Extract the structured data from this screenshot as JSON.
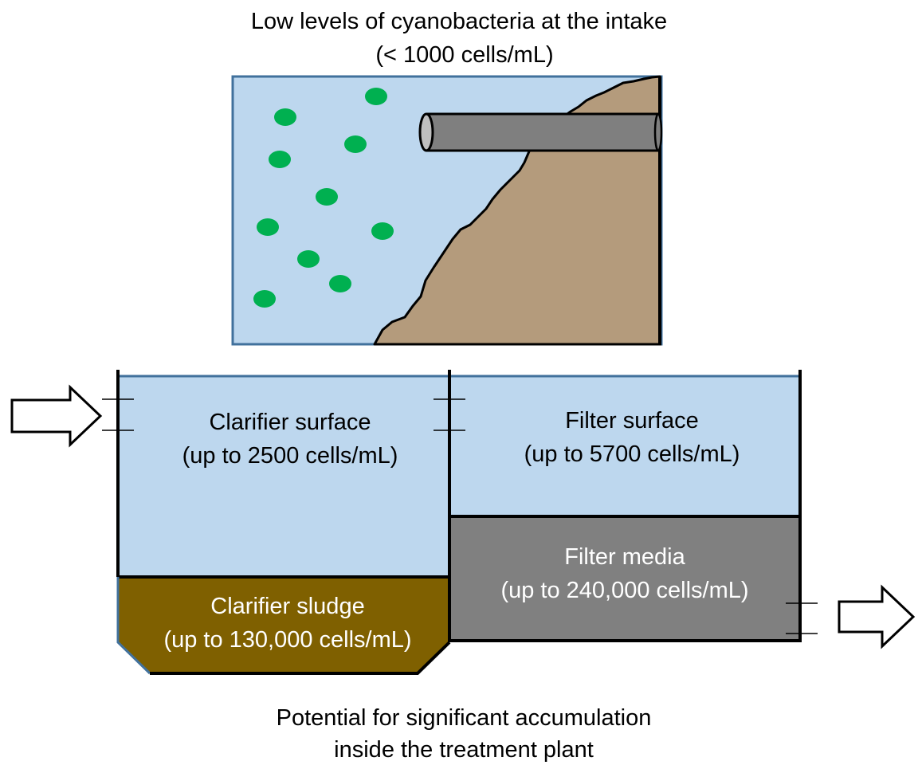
{
  "top_caption": {
    "line1": "Low levels of cyanobacteria at the intake",
    "line2": "(< 1000 cells/mL)"
  },
  "clarifier_surface": {
    "line1": "Clarifier surface",
    "line2": "(up to 2500 cells/mL)"
  },
  "clarifier_sludge": {
    "line1": "Clarifier sludge",
    "line2": "(up to 130,000 cells/mL)"
  },
  "filter_surface": {
    "line1": "Filter surface",
    "line2": "(up to 5700 cells/mL)"
  },
  "filter_media": {
    "line1": "Filter media",
    "line2": "(up to 240,000 cells/mL)"
  },
  "bottom_caption": {
    "line1": "Potential for significant accumulation",
    "line2": "inside the treatment plant"
  },
  "colors": {
    "water": "#bdd7ee",
    "water_border": "#41719c",
    "cells": "#00b050",
    "bank": "#b49b7c",
    "pipe": "#7f7f7f",
    "sludge": "#7f6000",
    "filter_media": "#808080"
  },
  "icons": {
    "inflow": "inflow-arrow-icon",
    "outflow": "outflow-arrow-icon"
  }
}
